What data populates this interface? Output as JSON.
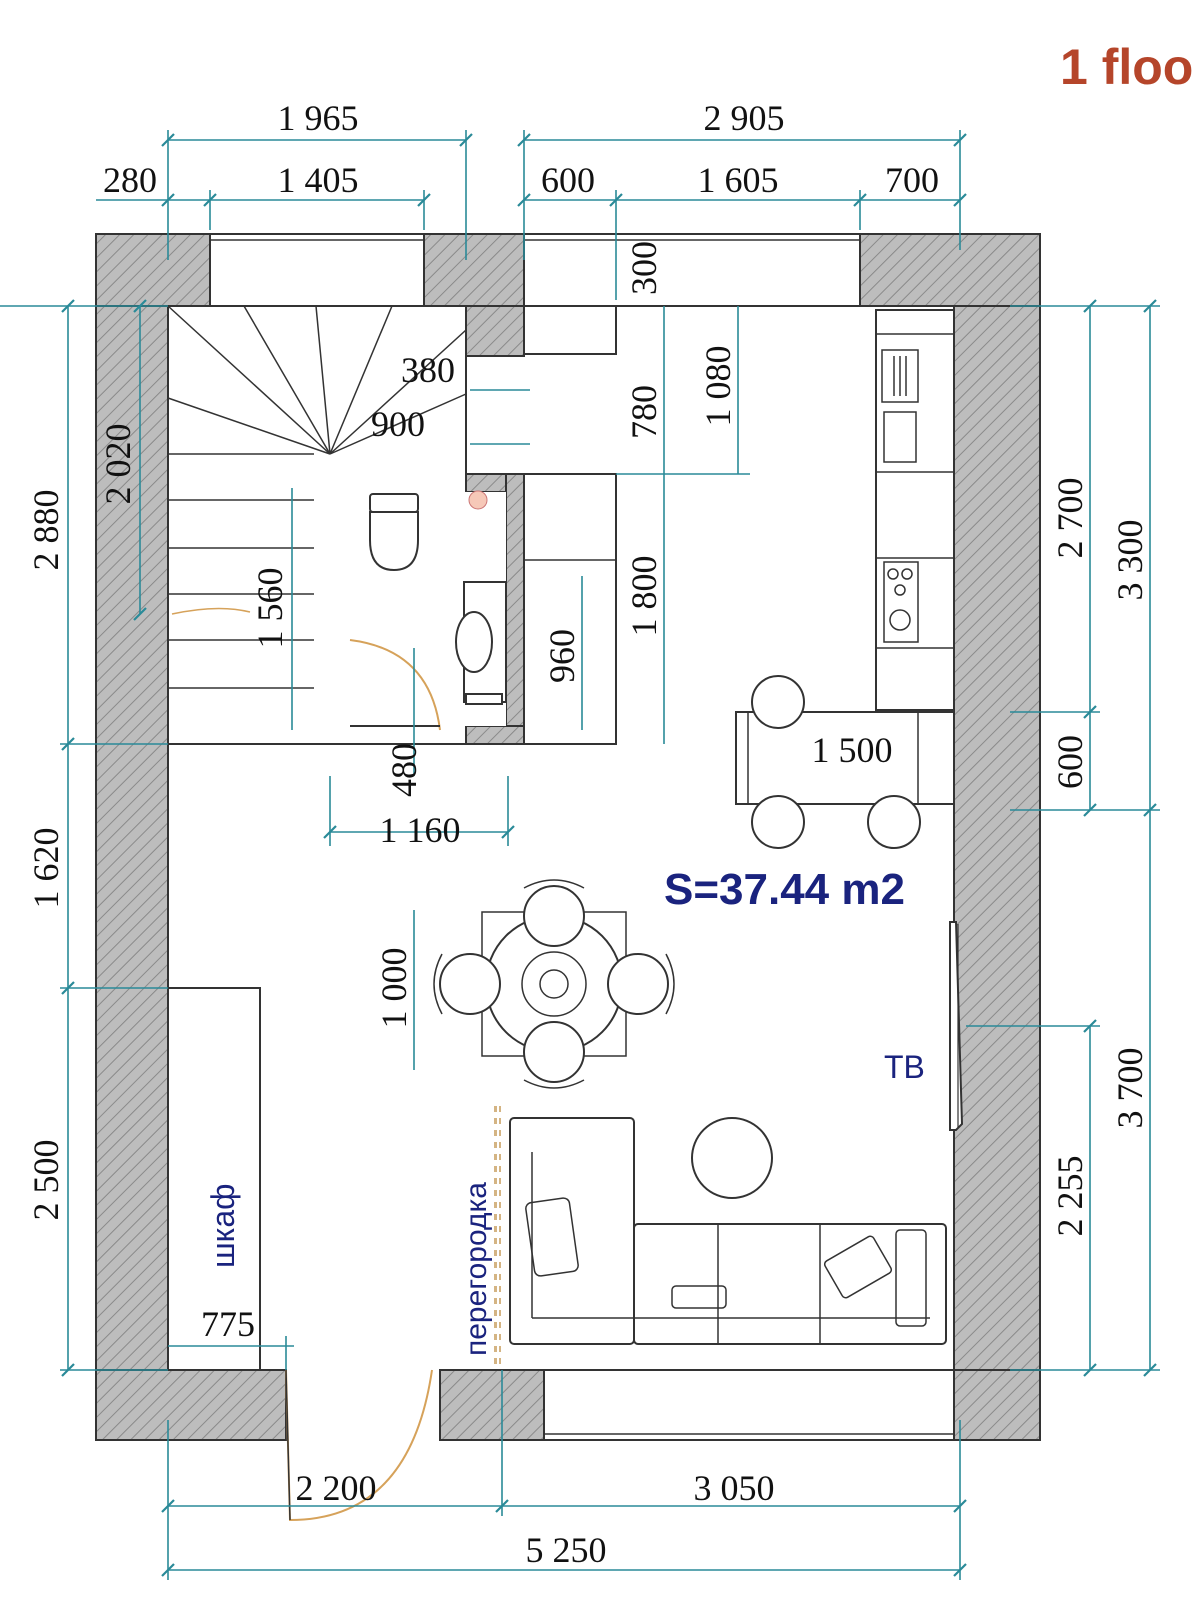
{
  "header": {
    "floor_label": "1 floo"
  },
  "area_label": "S=37.44 m2",
  "room_labels": {
    "tv": "ТВ",
    "wardrobe": "шкаф",
    "partition": "перегородка"
  },
  "dims_top": {
    "d1965": "1 965",
    "d2905": "2 905",
    "d280": "280",
    "d1405": "1 405",
    "d600": "600",
    "d1605": "1 605",
    "d700": "700"
  },
  "dims_left": {
    "d2880": "2 880",
    "d2020": "2 020",
    "d1620": "1 620",
    "d2500": "2 500",
    "d1560": "1 560"
  },
  "dims_right": {
    "d2700": "2 700",
    "d3300": "3 300",
    "d600": "600",
    "d2255": "2 255",
    "d3700": "3 700"
  },
  "dims_interior": {
    "d300": "300",
    "d380": "380",
    "d900": "900",
    "d780": "780",
    "d1080": "1 080",
    "d1800": "1 800",
    "d960": "960",
    "d480": "480",
    "d1160": "1 160",
    "d1500": "1 500",
    "d1000": "1 000",
    "d775": "775"
  },
  "dims_bottom": {
    "d2200": "2 200",
    "d3050": "3 050",
    "d5250": "5 250"
  },
  "colors": {
    "dimension_line": "#2a8a98",
    "wall_fill": "#bdbdbd",
    "label_blue": "#1a237e",
    "floor_label": "#b5452a"
  }
}
